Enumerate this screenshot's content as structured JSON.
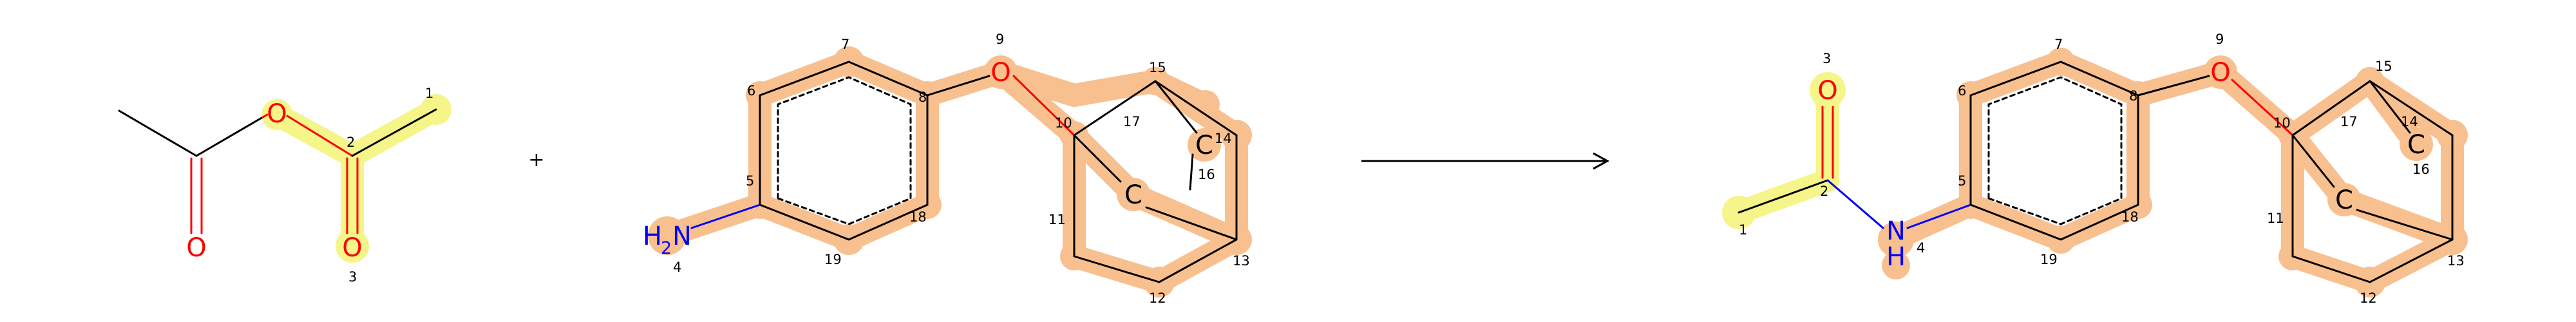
{
  "colors": {
    "bond": "#000000",
    "oxygen": "#ff0000",
    "nitrogen": "#0000ff",
    "carbon_label": "#000000",
    "highlight_mapped": "#f9c08f",
    "highlight_leaving": "#f5f58a",
    "index": "#000000",
    "background": "#ffffff"
  },
  "reaction": {
    "plus_sign": "+",
    "arrow": "reaction-arrow",
    "reactant_1": {
      "name": "acetic anhydride",
      "atoms": [
        {
          "symbol": "O",
          "map": ""
        },
        {
          "symbol": "O",
          "map": ""
        },
        {
          "symbol": "O",
          "map": "3"
        }
      ],
      "map_numbers": [
        "1",
        "2",
        "3"
      ]
    },
    "reactant_2": {
      "atoms": [
        {
          "symbol": "H2N",
          "map": "4"
        },
        {
          "symbol": "O",
          "map": "9"
        },
        {
          "symbol": "C",
          "map": "17"
        },
        {
          "symbol": "C",
          "map": "16"
        }
      ],
      "map_numbers": [
        "4",
        "5",
        "6",
        "7",
        "8",
        "9",
        "10",
        "11",
        "12",
        "13",
        "14",
        "15",
        "16",
        "17",
        "18",
        "19"
      ]
    },
    "product": {
      "atoms": [
        {
          "symbol": "O",
          "map": "3"
        },
        {
          "symbol": "N",
          "map": "4"
        },
        {
          "symbol": "H",
          "map": ""
        },
        {
          "symbol": "O",
          "map": "9"
        },
        {
          "symbol": "C",
          "map": "17"
        },
        {
          "symbol": "C",
          "map": "16"
        }
      ],
      "map_numbers": [
        "1",
        "2",
        "3",
        "4",
        "5",
        "6",
        "7",
        "8",
        "9",
        "10",
        "11",
        "12",
        "13",
        "14",
        "15",
        "16",
        "17",
        "18",
        "19"
      ]
    }
  }
}
